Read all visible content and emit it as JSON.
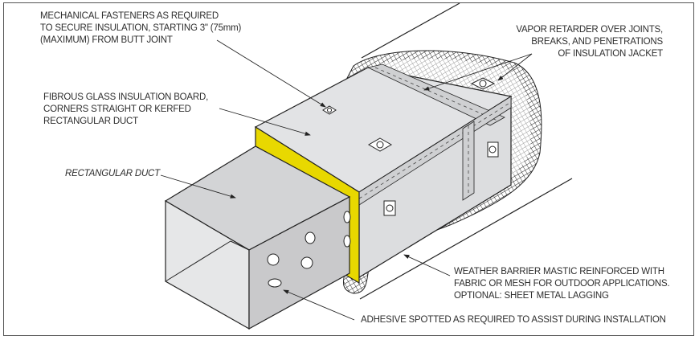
{
  "title": "Rectangular duct insulation detail",
  "labels": {
    "fasteners": [
      "MECHANICAL FASTENERS AS REQUIRED",
      "TO SECURE INSULATION, STARTING 3\" (75mm)",
      "(MAXIMUM) FROM BUTT JOINT"
    ],
    "board": [
      "FIBROUS GLASS INSULATION BOARD,",
      "CORNERS STRAIGHT OR KERFED",
      "RECTANGULAR DUCT"
    ],
    "duct": "RECTANGULAR DUCT",
    "vapor": [
      "VAPOR RETARDER OVER JOINTS,",
      "BREAKS, AND PENETRATIONS",
      "OF INSULATION JACKET"
    ],
    "weather": [
      "WEATHER BARRIER MASTIC REINFORCED WITH",
      "FABRIC OR MESH FOR OUTDOOR APPLICATIONS.",
      "OPTIONAL: SHEET METAL LAGGING"
    ],
    "adhesive": "ADHESIVE SPOTTED AS REQUIRED TO ASSIST DURING INSTALLATION"
  },
  "colors": {
    "insulation_edge": "#e8d800",
    "duct": "#c9c9cb",
    "board": "#e2e3e5",
    "line": "#222222"
  }
}
